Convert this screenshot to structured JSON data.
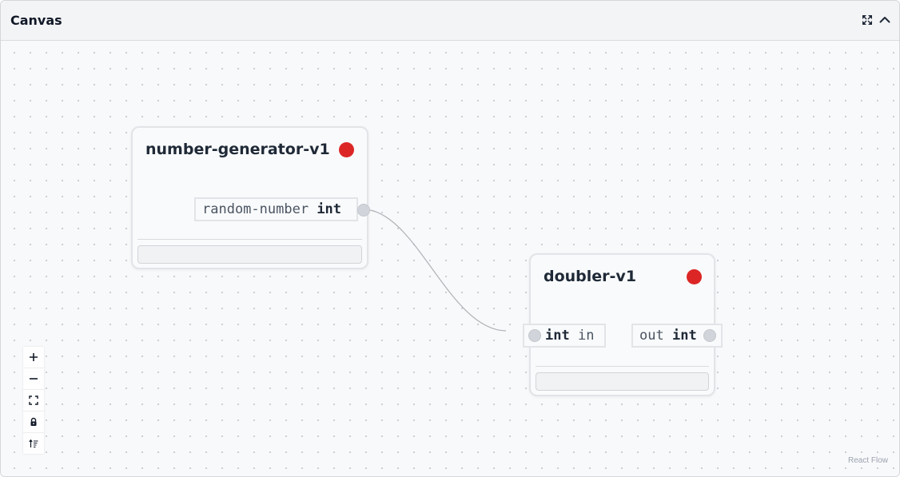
{
  "panel": {
    "title": "Canvas",
    "expand_icon": "expand-icon",
    "collapse_icon": "chevron-up-icon"
  },
  "colors": {
    "status_error": "#dc2626",
    "edge": "#b1b1b7",
    "handle": "#d1d5db"
  },
  "nodes": [
    {
      "title": "number-generator-v1",
      "status": "error",
      "outputs": [
        {
          "name": "random-number",
          "type": "int"
        }
      ]
    },
    {
      "title": "doubler-v1",
      "status": "error",
      "inputs": [
        {
          "name": "in",
          "type": "int"
        }
      ],
      "outputs": [
        {
          "name": "out",
          "type": "int"
        }
      ]
    }
  ],
  "controls": [
    {
      "icon": "zoom-in-icon"
    },
    {
      "icon": "zoom-out-icon"
    },
    {
      "icon": "fit-view-icon"
    },
    {
      "icon": "lock-icon"
    },
    {
      "icon": "sort-icon"
    }
  ],
  "attribution": "React Flow"
}
